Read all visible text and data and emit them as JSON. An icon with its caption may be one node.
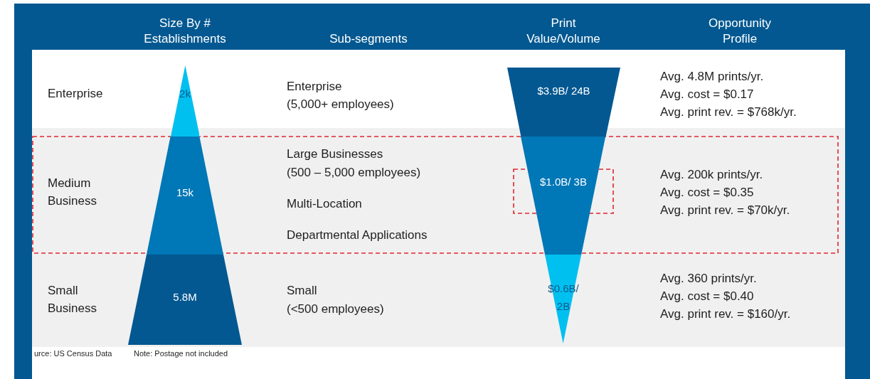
{
  "diagram": {
    "nodes": [
      {
        "text": [
          "2k"
        ]
      },
      {
        "text": [
          "15k"
        ]
      },
      {
        "text": [
          "5.8M"
        ]
      },
      {
        "text": [
          "$3.9B/ 24B"
        ]
      },
      {
        "text": [
          "$1.0B/ 3B"
        ]
      },
      {
        "text": [
          "$0.6B/ 2B"
        ]
      }
    ],
    "edges": [],
    "labels": [
      "Size By # Establishments",
      "Sub-segments",
      "Print Value/Volume",
      "Opportunity Profile",
      "Enterprise",
      "Enterprise",
      "(5,000+ employees)",
      "Avg. 4.8M prints/yr.",
      "Avg. cost = $0.17",
      "Avg. print rev. = $768k/yr.",
      "Medium Business",
      "Large Businesses",
      "(500 – 5,000 employees)",
      "Multi-Location",
      "Departmental Applications",
      "Avg. 200k prints/yr.",
      "Avg. cost = $0.35",
      "Avg. print rev. = $70k/yr.",
      "Small Business",
      "Small",
      "(<500 employees)",
      "Avg. 360 prints/yr.",
      "Avg. cost = $0.40",
      "Avg. print rev. = $160/yr.",
      "urce: US Census Data",
      "Note: Postage not included"
    ]
  }
}
